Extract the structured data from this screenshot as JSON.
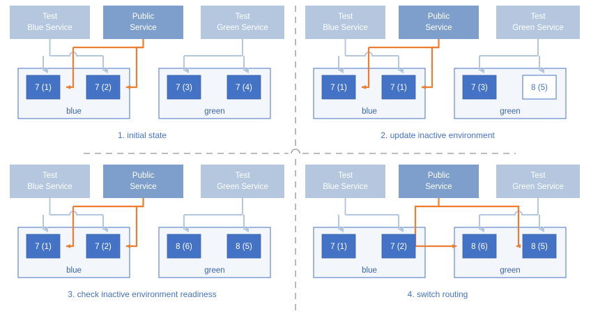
{
  "colors": {
    "test_service_fill": "#b4c7de",
    "public_service_fill": "#7e9fcb",
    "service_text": "#ffffff",
    "instance_fill": "#4472c4",
    "instance_border": "#3a63ad",
    "instance_hollow_fill": "#ffffff",
    "instance_text_filled": "#ffffff",
    "instance_text_hollow": "#4472c4",
    "env_border": "#4472c4",
    "env_fill": "#f3f6fb",
    "env_label": "#3b64ad",
    "caption": "#4472c4",
    "routing_orange": "#ed7d31",
    "connector_blue": "#b4c7de",
    "divider_grey": "#a6a6a6",
    "page_background": "#ffffff"
  },
  "services": {
    "test_blue": {
      "line1": "Test",
      "line2": "Blue Service",
      "kind": "test"
    },
    "public": {
      "line1": "Public",
      "line2": "Service",
      "kind": "public"
    },
    "test_green": {
      "line1": "Test",
      "line2": "Green Service",
      "kind": "test"
    }
  },
  "environments": {
    "blue_label": "blue",
    "green_label": "green"
  },
  "divider": {
    "orientation_vertical": true,
    "orientation_horizontal": true,
    "style": "dashed"
  },
  "panels": [
    {
      "id": "panel-1",
      "number": "1",
      "caption": "1. initial state",
      "blue_env": {
        "label": "blue",
        "instances": [
          {
            "label": "7 (1)",
            "style": "filled"
          },
          {
            "label": "7 (2)",
            "style": "filled"
          }
        ]
      },
      "green_env": {
        "label": "green",
        "instances": [
          {
            "label": "7 (3)",
            "style": "filled"
          },
          {
            "label": "7 (4)",
            "style": "filled"
          }
        ]
      },
      "public_routing_target": "blue",
      "public_routing_arrows": 2,
      "test_blue_connected": true,
      "test_green_connected": true,
      "blue_connector_hops_orange": true,
      "green_connector_hops_orange": false
    },
    {
      "id": "panel-2",
      "number": "2",
      "caption": "2. update inactive environment",
      "blue_env": {
        "label": "blue",
        "instances": [
          {
            "label": "7 (1)",
            "style": "filled"
          },
          {
            "label": "7 (1)",
            "style": "filled"
          }
        ]
      },
      "green_env": {
        "label": "green",
        "instances": [
          {
            "label": "7 (3)",
            "style": "filled"
          },
          {
            "label": "8 (5)",
            "style": "hollow"
          }
        ]
      },
      "public_routing_target": "blue",
      "public_routing_arrows": 2,
      "test_blue_connected": true,
      "test_green_connected": true,
      "blue_connector_hops_orange": true,
      "green_connector_hops_orange": false
    },
    {
      "id": "panel-3",
      "number": "3",
      "caption": "3. check inactive environment readiness",
      "blue_env": {
        "label": "blue",
        "instances": [
          {
            "label": "7 (1)",
            "style": "filled"
          },
          {
            "label": "7 (2)",
            "style": "filled"
          }
        ]
      },
      "green_env": {
        "label": "green",
        "instances": [
          {
            "label": "8 (6)",
            "style": "filled"
          },
          {
            "label": "8 (5)",
            "style": "filled"
          }
        ]
      },
      "public_routing_target": "blue",
      "public_routing_arrows": 2,
      "test_blue_connected": true,
      "test_green_connected": true,
      "blue_connector_hops_orange": true,
      "green_connector_hops_orange": false
    },
    {
      "id": "panel-4",
      "number": "4",
      "caption": "4. switch routing",
      "blue_env": {
        "label": "blue",
        "instances": [
          {
            "label": "7 (1)",
            "style": "filled"
          },
          {
            "label": "7 (2)",
            "style": "filled"
          }
        ]
      },
      "green_env": {
        "label": "green",
        "instances": [
          {
            "label": "8 (6)",
            "style": "filled"
          },
          {
            "label": "8 (5)",
            "style": "filled"
          }
        ]
      },
      "public_routing_target": "green",
      "public_routing_arrows": 2,
      "test_blue_connected": true,
      "test_green_connected": true,
      "blue_connector_hops_orange": false,
      "green_connector_hops_orange": true
    }
  ]
}
